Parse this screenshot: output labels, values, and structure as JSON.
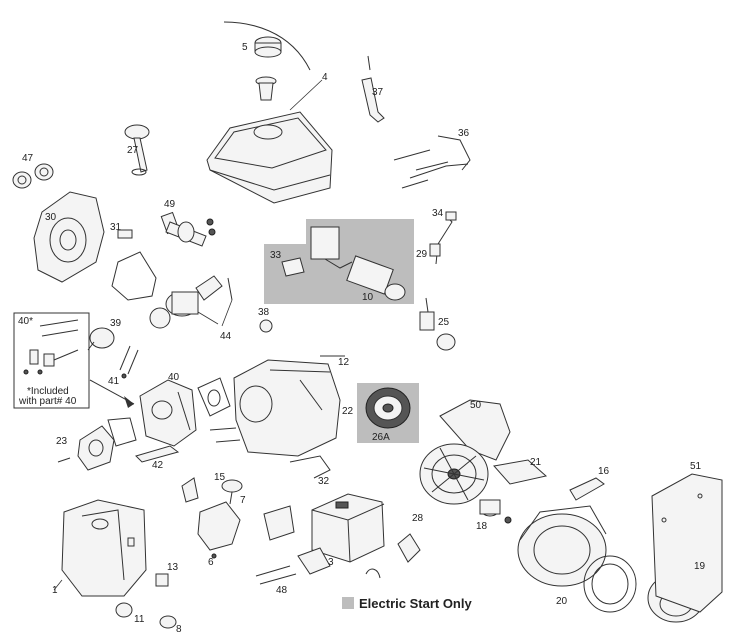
{
  "labels": {
    "p1": "1",
    "p3": "3",
    "p4": "4",
    "p5": "5",
    "p6": "6",
    "p7": "7",
    "p8": "8",
    "p10": "10",
    "p11": "11",
    "p12": "12",
    "p13": "13",
    "p15": "15",
    "p16": "16",
    "p18": "18",
    "p19": "19",
    "p20": "20",
    "p21": "21",
    "p22": "22",
    "p23": "23",
    "p25": "25",
    "p26a": "26A",
    "p27": "27",
    "p28": "28",
    "p29": "29",
    "p30": "30",
    "p31": "31",
    "p32": "32",
    "p33": "33",
    "p34": "34",
    "p36": "36",
    "p37": "37",
    "p38": "38",
    "p39": "39",
    "p40": "40",
    "p40s": "40*",
    "p41": "41",
    "p42": "42",
    "p44": "44",
    "p47": "47",
    "p48": "48",
    "p49": "49",
    "p50": "50",
    "p51": "51"
  },
  "note": {
    "line1": "*Included",
    "line2": "with part# 40"
  },
  "legend": {
    "text": "Electric Start Only",
    "swatch_color": "#bdbdbd"
  },
  "colors": {
    "shade": "#bdbdbd",
    "line": "#333333"
  }
}
